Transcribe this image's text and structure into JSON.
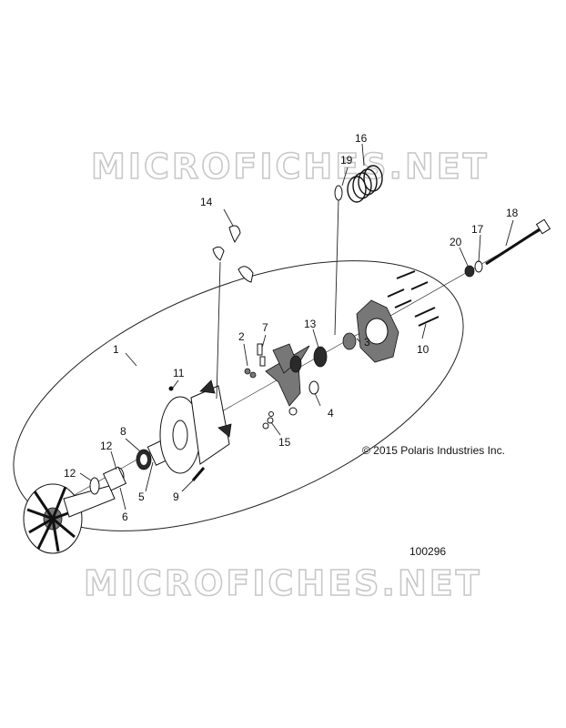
{
  "watermark": "MICROFICHES.NET",
  "copyright": "© 2015 Polaris Industries Inc.",
  "figure_number": "100296",
  "callouts": {
    "c1": "1",
    "c2": "2",
    "c3": "3",
    "c4": "4",
    "c5": "5",
    "c6": "6",
    "c7": "7",
    "c8": "8",
    "c9": "9",
    "c10": "10",
    "c11": "11",
    "c12a": "12",
    "c12b": "12",
    "c13": "13",
    "c14": "14",
    "c15": "15",
    "c16": "16",
    "c17": "17",
    "c18": "18",
    "c19": "19",
    "c20": "20"
  }
}
